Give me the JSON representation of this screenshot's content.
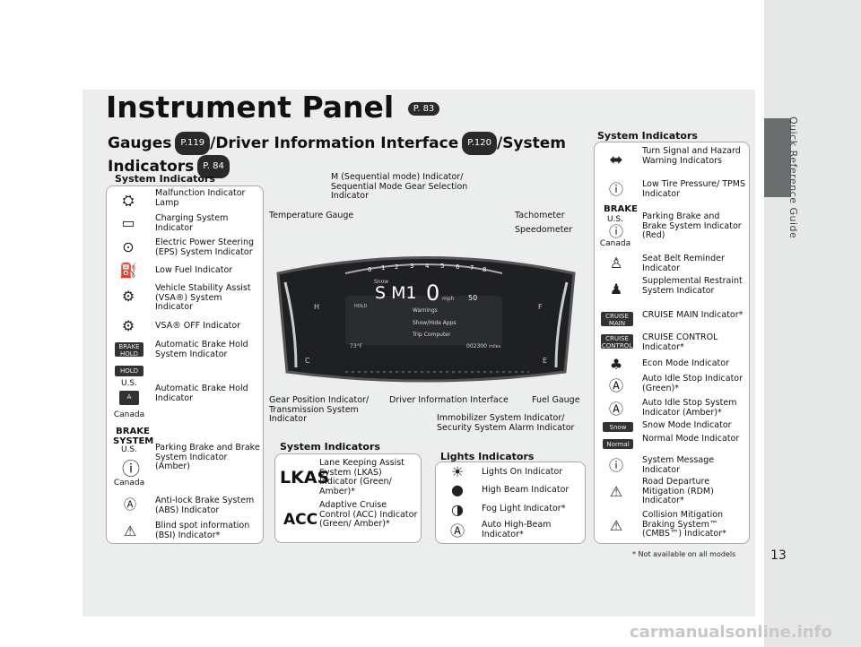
{
  "page_title": "Instrument Panel",
  "page_title_ref": "P. 83",
  "subtitle": {
    "gauges": "Gauges",
    "gauges_ref": "P.119",
    "dii": "/Driver Information Interface",
    "dii_ref": "P.120",
    "system": "/System",
    "indicators": "Indicators",
    "indicators_ref": "P. 84"
  },
  "sidebar_label": "Quick Reference Guide",
  "page_number": "13",
  "footnote": "* Not available on all models",
  "watermark": "carmanualsonline.info",
  "left_box": {
    "heading": "System Indicators",
    "items": [
      "Malfunction Indicator Lamp",
      "Charging System Indicator",
      "Electric Power Steering (EPS) System Indicator",
      "Low Fuel Indicator",
      "Vehicle Stability Assist (VSA®) System Indicator",
      "VSA® OFF Indicator",
      "Automatic Brake Hold System Indicator",
      "Automatic Brake Hold Indicator",
      "Parking Brake and Brake System Indicator (Amber)",
      "Anti-lock Brake System (ABS) Indicator",
      "Blind spot information (BSI) Indicator*"
    ],
    "us": "U.S.",
    "canada": "Canada",
    "hold_badge": "HOLD",
    "brake_hold_badge": "BRAKE HOLD",
    "brake_system": "BRAKE SYSTEM"
  },
  "center_labels": {
    "m_indicator": "M (Sequential mode) Indicator/ Sequential Mode Gear Selection Indicator",
    "temperature_gauge": "Temperature Gauge",
    "tachometer": "Tachometer",
    "speedometer": "Speedometer",
    "gear_position": "Gear Position Indicator/ Transmission System Indicator",
    "dii": "Driver Information Interface",
    "fuel_gauge": "Fuel Gauge",
    "immobilizer": "Immobilizer System Indicator/ Security System Alarm Indicator"
  },
  "dash": {
    "gear": "S M1",
    "speed": "0",
    "speed_unit": "mph",
    "snow": "Snow",
    "menu": [
      "Warnings",
      "Show/Hide Apps",
      "Trip Computer"
    ],
    "odo": "002300",
    "odo_unit": "miles",
    "temp": "73°F",
    "hold": "HOLD",
    "acc_set": "50",
    "tach_ticks": [
      "0",
      "1",
      "2",
      "3",
      "4",
      "5",
      "6",
      "7",
      "8"
    ]
  },
  "bottom_center": {
    "heading": "System Indicators",
    "items": [
      {
        "icon": "LKAS",
        "text": "Lane Keeping Assist System (LKAS) Indicator (Green/ Amber)*"
      },
      {
        "icon": "ACC",
        "text": "Adaptive Cruise Control (ACC) Indicator (Green/ Amber)*"
      }
    ]
  },
  "lights_box": {
    "heading": "Lights Indicators",
    "items": [
      "Lights On Indicator",
      "High Beam Indicator",
      "Fog Light Indicator*",
      "Auto High-Beam Indicator*"
    ]
  },
  "right_box": {
    "heading": "System Indicators",
    "items": [
      "Turn Signal and Hazard Warning Indicators",
      "Low Tire Pressure/ TPMS Indicator",
      "Parking Brake and Brake System Indicator (Red)",
      "Seat Belt Reminder Indicator",
      "Supplemental Restraint System Indicator",
      "CRUISE MAIN Indicator*",
      "CRUISE CONTROL Indicator*",
      "Econ Mode Indicator",
      "Auto Idle Stop Indicator (Green)*",
      "Auto Idle Stop System Indicator (Amber)*",
      "Snow Mode Indicator",
      "Normal Mode Indicator",
      "System Message Indicator",
      "Road Departure Mitigation (RDM) Indicator*",
      "Collision Mitigation Braking System™ (CMBS™) Indicator*"
    ],
    "us": "U.S.",
    "canada": "Canada",
    "brake": "BRAKE",
    "cruise_main": "CRUISE MAIN",
    "cruise_control": "CRUISE CONTROL",
    "snow_badge": "Snow",
    "normal_badge": "Normal"
  }
}
